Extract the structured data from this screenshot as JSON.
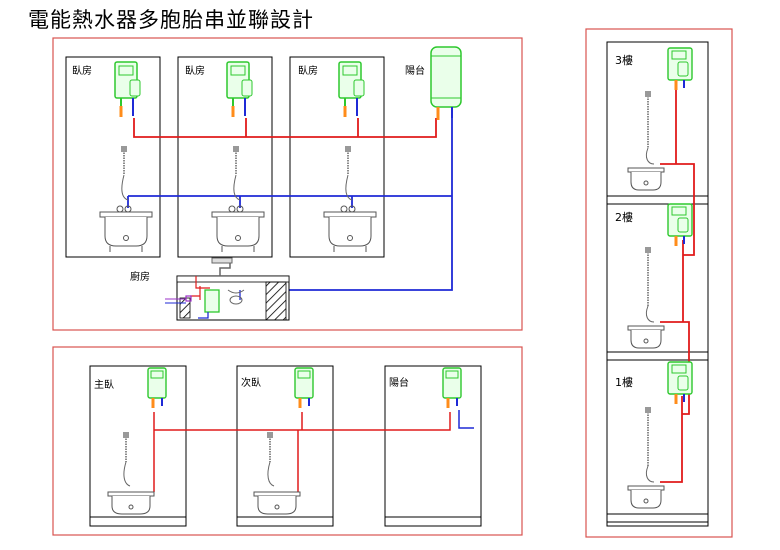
{
  "title": "電能熱水器多胞胎串並聯設計",
  "colors": {
    "frame": "#d9534f",
    "hot_pipe": "#e11b1b",
    "cold_pipe": "#1f2ad6",
    "heater_green": "#2ec82e",
    "heater_fill": "#eaffea",
    "outlet_orange": "#ff8c1a",
    "tub_gray": "#666666",
    "purple": "#9b30c8"
  },
  "icons": {
    "heater": "water-heater-icon",
    "tank": "storage-tank-icon",
    "shower": "shower-head-icon",
    "tub": "bathtub-icon",
    "sink": "kitchen-sink-icon"
  },
  "panel_a": {
    "rooms": [
      "臥房",
      "臥房",
      "臥房"
    ],
    "tank_label": "陽台",
    "kitchen_label": "廚房"
  },
  "panel_b": {
    "rooms": [
      "主臥",
      "次臥",
      "陽台"
    ]
  },
  "panel_c": {
    "floors": [
      "3樓",
      "2樓",
      "1樓"
    ]
  }
}
